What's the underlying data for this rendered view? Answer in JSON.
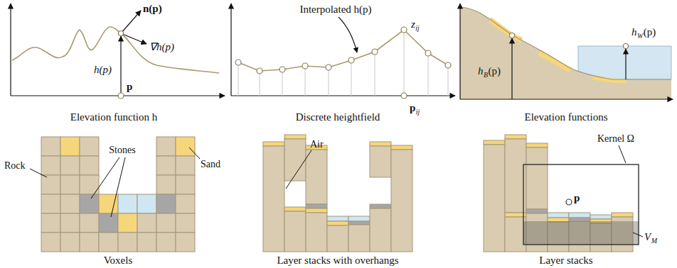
{
  "diagram": {
    "labels": [
      "n(p)",
      "∇h(p)",
      "h(p)",
      "p",
      "Elevation function h",
      "Interpolated h(p)",
      "z",
      "ij",
      "p",
      "ij",
      "Discrete heightfield",
      "h",
      "W",
      "(p)",
      "h",
      "B",
      "(p)",
      "Elevation functions",
      "Rock",
      "Stones",
      "Sand",
      "Voxels",
      "Air",
      "Layer stacks with overhangs",
      "Kernel Ω",
      "p",
      "V",
      "M",
      "Layer stacks"
    ]
  }
}
